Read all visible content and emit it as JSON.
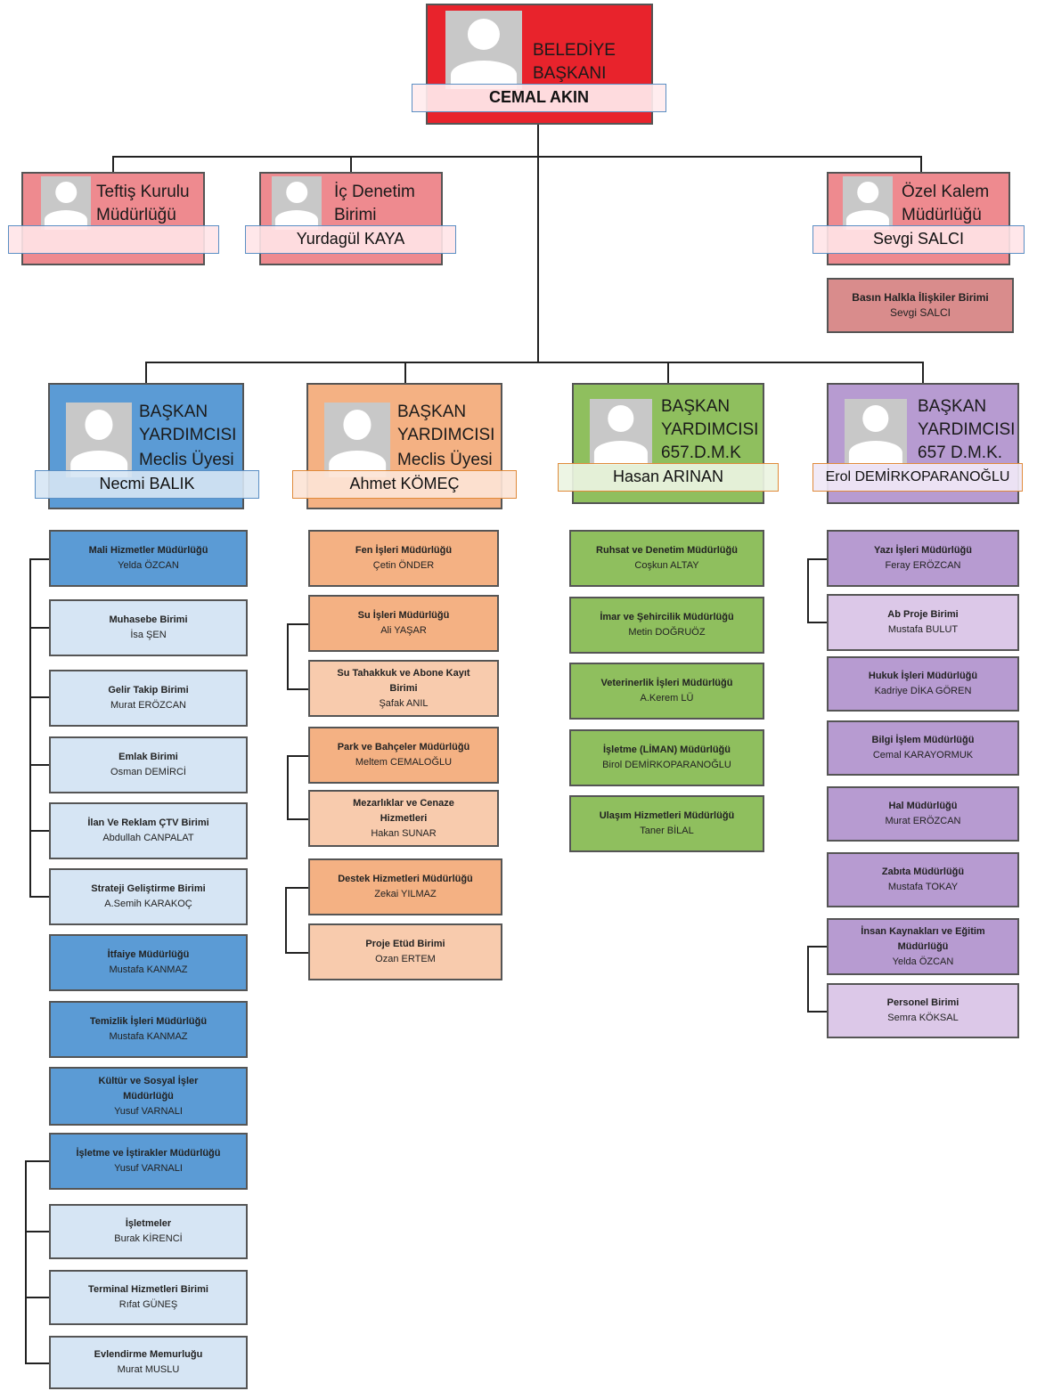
{
  "colors": {
    "mayor": "#e8232c",
    "office": "#ee8a8f",
    "blue": "#5b9bd5",
    "light_blue": "#d6e5f4",
    "orange": "#f4b183",
    "peach": "#f8cbad",
    "green": "#8fbf5e",
    "purple": "#b79bd1",
    "light_purple": "#dcc8e8",
    "press": "#d98c8c"
  },
  "mayor": {
    "title1": "BELEDİYE",
    "title2": "BAŞKANI",
    "name": "CEMAL AKIN"
  },
  "offices": [
    {
      "title1": "Teftiş Kurulu",
      "title2": "Müdürlüğü",
      "name": ""
    },
    {
      "title1": "İç Denetim",
      "title2": "Birimi",
      "name": "Yurdagül KAYA"
    },
    {
      "title1": "Özel Kalem",
      "title2": "Müdürlüğü",
      "name": "Sevgi SALCI"
    }
  ],
  "press": {
    "unit": "Basın Halkla İlişkiler Birimi",
    "person": "Sevgi SALCI"
  },
  "deputies": [
    {
      "t1": "BAŞKAN",
      "t2": "YARDIMCISI",
      "t3": "Meclis Üyesi",
      "name": "Necmi BALIK"
    },
    {
      "t1": "BAŞKAN",
      "t2": "YARDIMCISI",
      "t3": "Meclis Üyesi",
      "name": "Ahmet KÖMEÇ"
    },
    {
      "t1": "BAŞKAN",
      "t2": "YARDIMCISI",
      "t3": "657.D.M.K",
      "name": "Hasan ARINAN"
    },
    {
      "t1": "BAŞKAN",
      "t2": "YARDIMCISI",
      "t3": "657 D.M.K.",
      "name": "Erol DEMİRKOPARANOĞLU"
    }
  ],
  "col1": [
    {
      "unit": "Mali Hizmetler Müdürlüğü",
      "person": "Yelda ÖZCAN"
    },
    {
      "unit": "Muhasebe Birimi",
      "person": "İsa ŞEN"
    },
    {
      "unit": "Gelir Takip Birimi",
      "person": "Murat ERÖZCAN"
    },
    {
      "unit": "Emlak Birimi",
      "person": "Osman DEMİRCİ"
    },
    {
      "unit": "İlan Ve Reklam ÇTV Birimi",
      "person": "Abdullah CANPALAT"
    },
    {
      "unit": "Strateji Geliştirme Birimi",
      "person": "A.Semih KARAKOÇ"
    },
    {
      "unit": "İtfaiye Müdürlüğü",
      "person": "Mustafa KANMAZ"
    },
    {
      "unit": "Temizlik İşleri Müdürlüğü",
      "person": "Mustafa KANMAZ"
    },
    {
      "unit": "Kültür ve Sosyal İşler Müdürlüğü",
      "person": "Yusuf VARNALI"
    },
    {
      "unit": "İşletme ve İştirakler Müdürlüğü",
      "person": "Yusuf VARNALI"
    },
    {
      "unit": "İşletmeler",
      "person": "Burak KİRENCİ"
    },
    {
      "unit": "Terminal Hizmetleri Birimi",
      "person": "Rıfat GÜNEŞ"
    },
    {
      "unit": "Evlendirme Memurluğu",
      "person": "Murat MUSLU"
    }
  ],
  "col2": [
    {
      "unit": "Fen İşleri Müdürlüğü",
      "person": "Çetin ÖNDER"
    },
    {
      "unit": "Su İşleri Müdürlüğü",
      "person": "Ali YAŞAR"
    },
    {
      "unit": "Su Tahakkuk ve Abone Kayıt Birimi",
      "person": "Şafak ANIL"
    },
    {
      "unit": "Park ve Bahçeler Müdürlüğü",
      "person": "Meltem CEMALOĞLU"
    },
    {
      "unit": "Mezarlıklar ve Cenaze Hizmetleri",
      "person": "Hakan SUNAR"
    },
    {
      "unit": "Destek Hizmetleri Müdürlüğü",
      "person": "Zekai YILMAZ"
    },
    {
      "unit": "Proje Etüd Birimi",
      "person": "Ozan ERTEM"
    }
  ],
  "col3": [
    {
      "unit": "Ruhsat ve Denetim Müdürlüğü",
      "person": "Coşkun ALTAY"
    },
    {
      "unit": "İmar ve Şehircilik Müdürlüğü",
      "person": "Metin DOĞRUÖZ"
    },
    {
      "unit": "Veterinerlik İşleri Müdürlüğü",
      "person": "A.Kerem LÜ"
    },
    {
      "unit": "İşletme (LİMAN) Müdürlüğü",
      "person": "Birol DEMİRKOPARANOĞLU"
    },
    {
      "unit": "Ulaşım Hizmetleri Müdürlüğü",
      "person": "Taner BİLAL"
    }
  ],
  "col4": [
    {
      "unit": "Yazı İşleri Müdürlüğü",
      "person": "Feray ERÖZCAN"
    },
    {
      "unit": "Ab Proje Birimi",
      "person": "Mustafa BULUT"
    },
    {
      "unit": "Hukuk İşleri Müdürlüğü",
      "person": "Kadriye DİKA GÖREN"
    },
    {
      "unit": "Bilgi İşlem Müdürlüğü",
      "person": "Cemal KARAYORMUK"
    },
    {
      "unit": "Hal Müdürlüğü",
      "person": "Murat ERÖZCAN"
    },
    {
      "unit": "Zabıta Müdürlüğü",
      "person": "Mustafa TOKAY"
    },
    {
      "unit": "İnsan Kaynakları ve Eğitim Müdürlüğü",
      "person": "Yelda ÖZCAN"
    },
    {
      "unit": "Personel Birimi",
      "person": "Semra KÖKSAL"
    }
  ]
}
